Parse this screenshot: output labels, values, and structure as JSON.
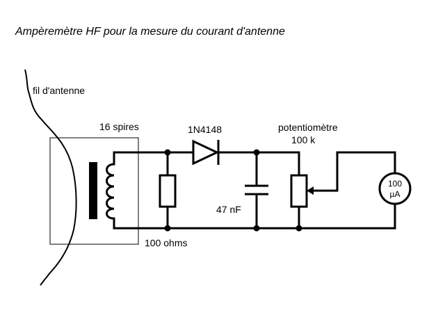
{
  "diagram": {
    "title": "Ampèremètre HF pour la mesure du courant d'antenne",
    "labels": {
      "antenna": "fil d'antenne",
      "coil": "16 spires",
      "diode": "1N4148",
      "pot_name": "potentiomètre",
      "pot_value": "100 k",
      "capacitor": "47 nF",
      "resistor": "100 ohms",
      "meter_value": "100",
      "meter_unit": "µA"
    },
    "colors": {
      "ink": "#000000",
      "background": "#ffffff"
    }
  }
}
